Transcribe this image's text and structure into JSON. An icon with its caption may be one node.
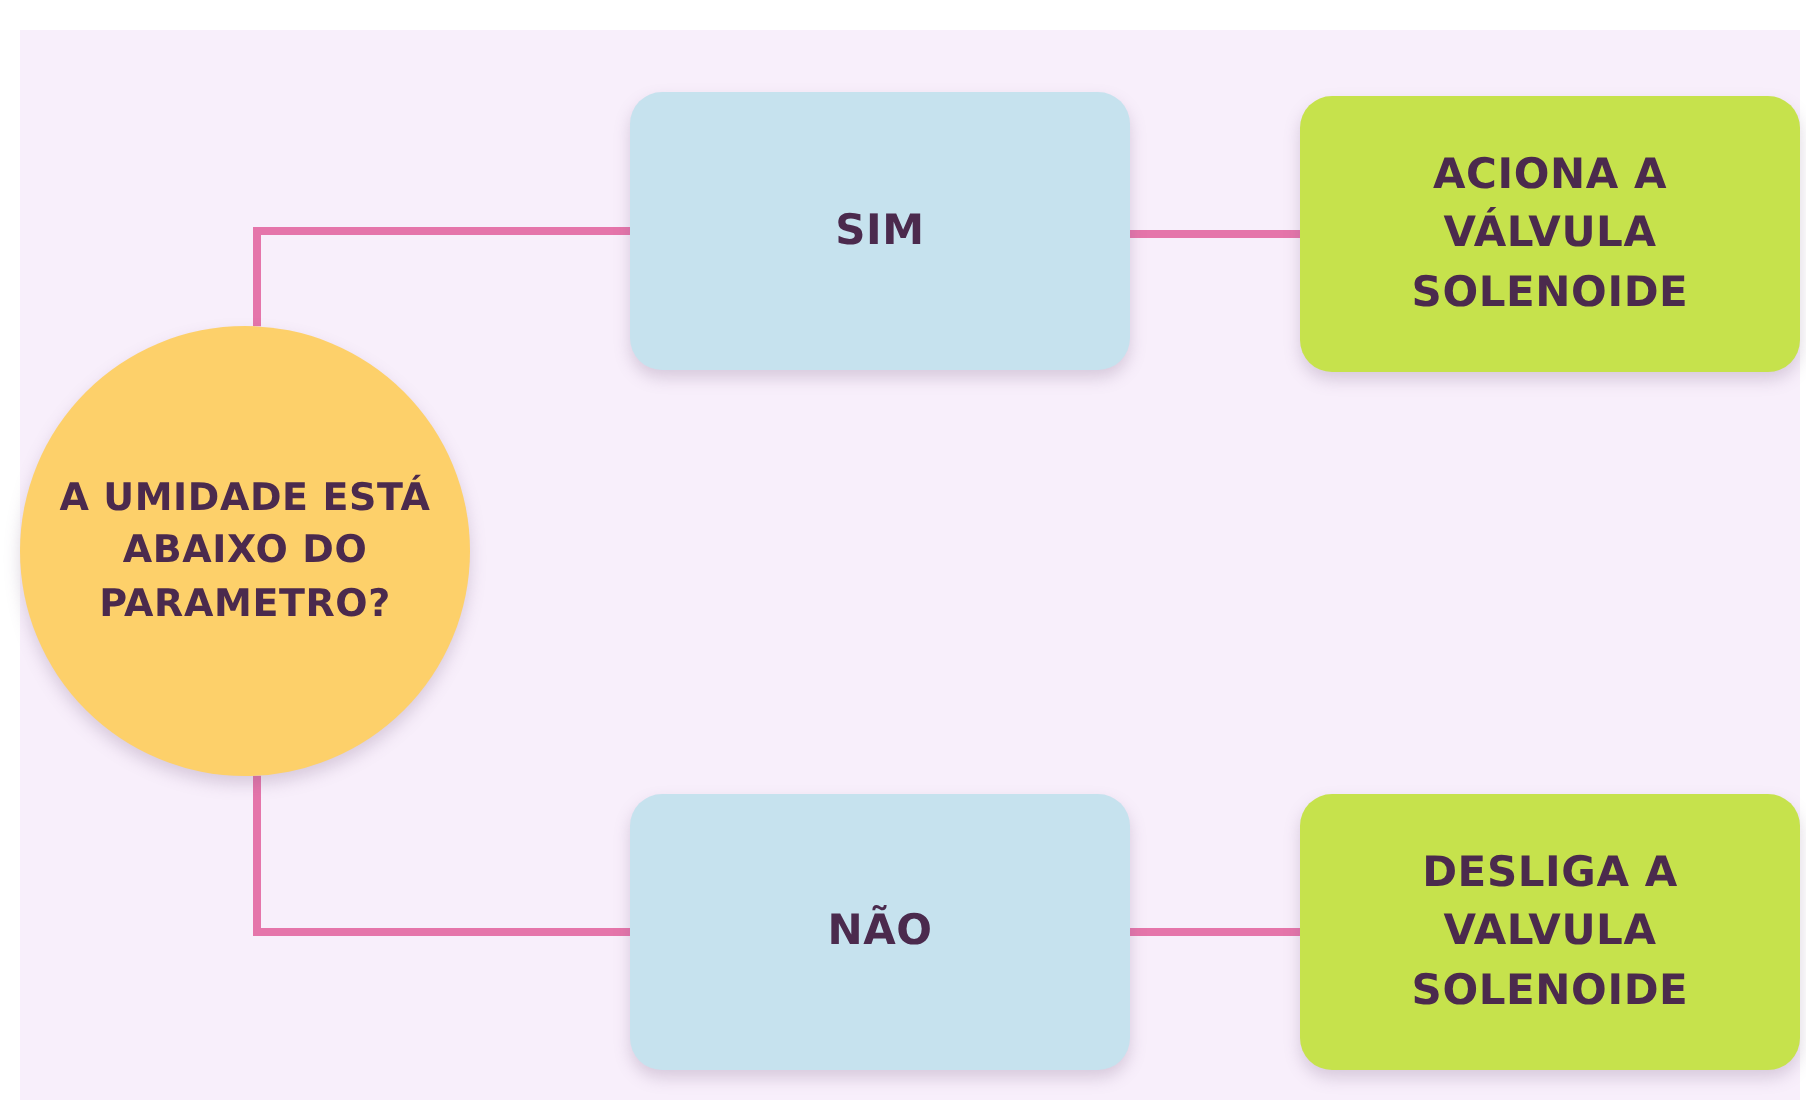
{
  "diagram": {
    "nodes": [
      {
        "text": [
          "A UMIDADE ESTÁ ABAIXO DO PARAMETRO?"
        ]
      },
      {
        "text": [
          "SIM"
        ]
      },
      {
        "text": [
          "ACIONA A VÁLVULA SOLENOIDE"
        ]
      },
      {
        "text": [
          "NÃO"
        ]
      },
      {
        "text": [
          "DESLIGA A VALVULA SOLENOIDE"
        ]
      }
    ],
    "edges": [
      {
        "from": 0,
        "to": 1,
        "arrow": "none"
      },
      {
        "from": 1,
        "to": 2,
        "arrow": "none"
      },
      {
        "from": 0,
        "to": 3,
        "arrow": "none"
      },
      {
        "from": 3,
        "to": 4,
        "arrow": "none"
      }
    ]
  }
}
